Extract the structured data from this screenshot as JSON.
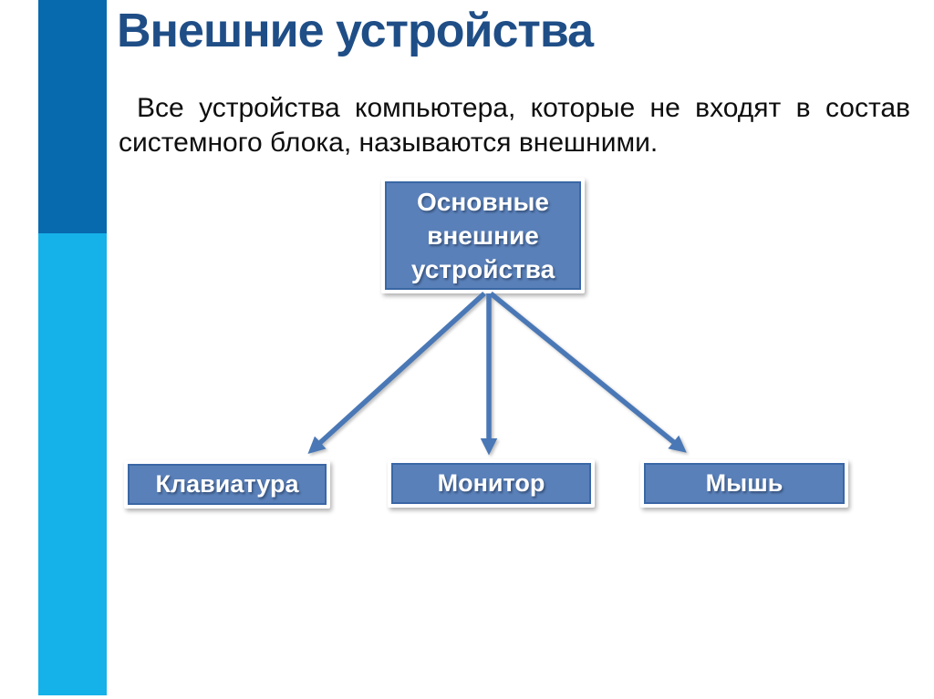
{
  "slide": {
    "title": "Внешние устройства",
    "paragraph": {
      "line1": "Все  устройства компьютера, которые не входят в состав",
      "line2": "системного блока, называются внешними."
    },
    "diagram": {
      "root": {
        "line1": "Основные",
        "line2": "внешние",
        "line3": "устройства"
      },
      "children": [
        {
          "label": "Клавиатура"
        },
        {
          "label": "Монитор"
        },
        {
          "label": "Мышь"
        }
      ]
    },
    "colors": {
      "accent_bar_top": "#0769ae",
      "accent_bar_bottom": "#15b1e9",
      "title_text": "#1f4e87",
      "body_text": "#0e0e0e",
      "node_fill": "#5a80b9",
      "node_border": "#3a67a5",
      "node_text": "#ffffff",
      "arrow": "#4a78b6",
      "background": "#ffffff"
    }
  }
}
